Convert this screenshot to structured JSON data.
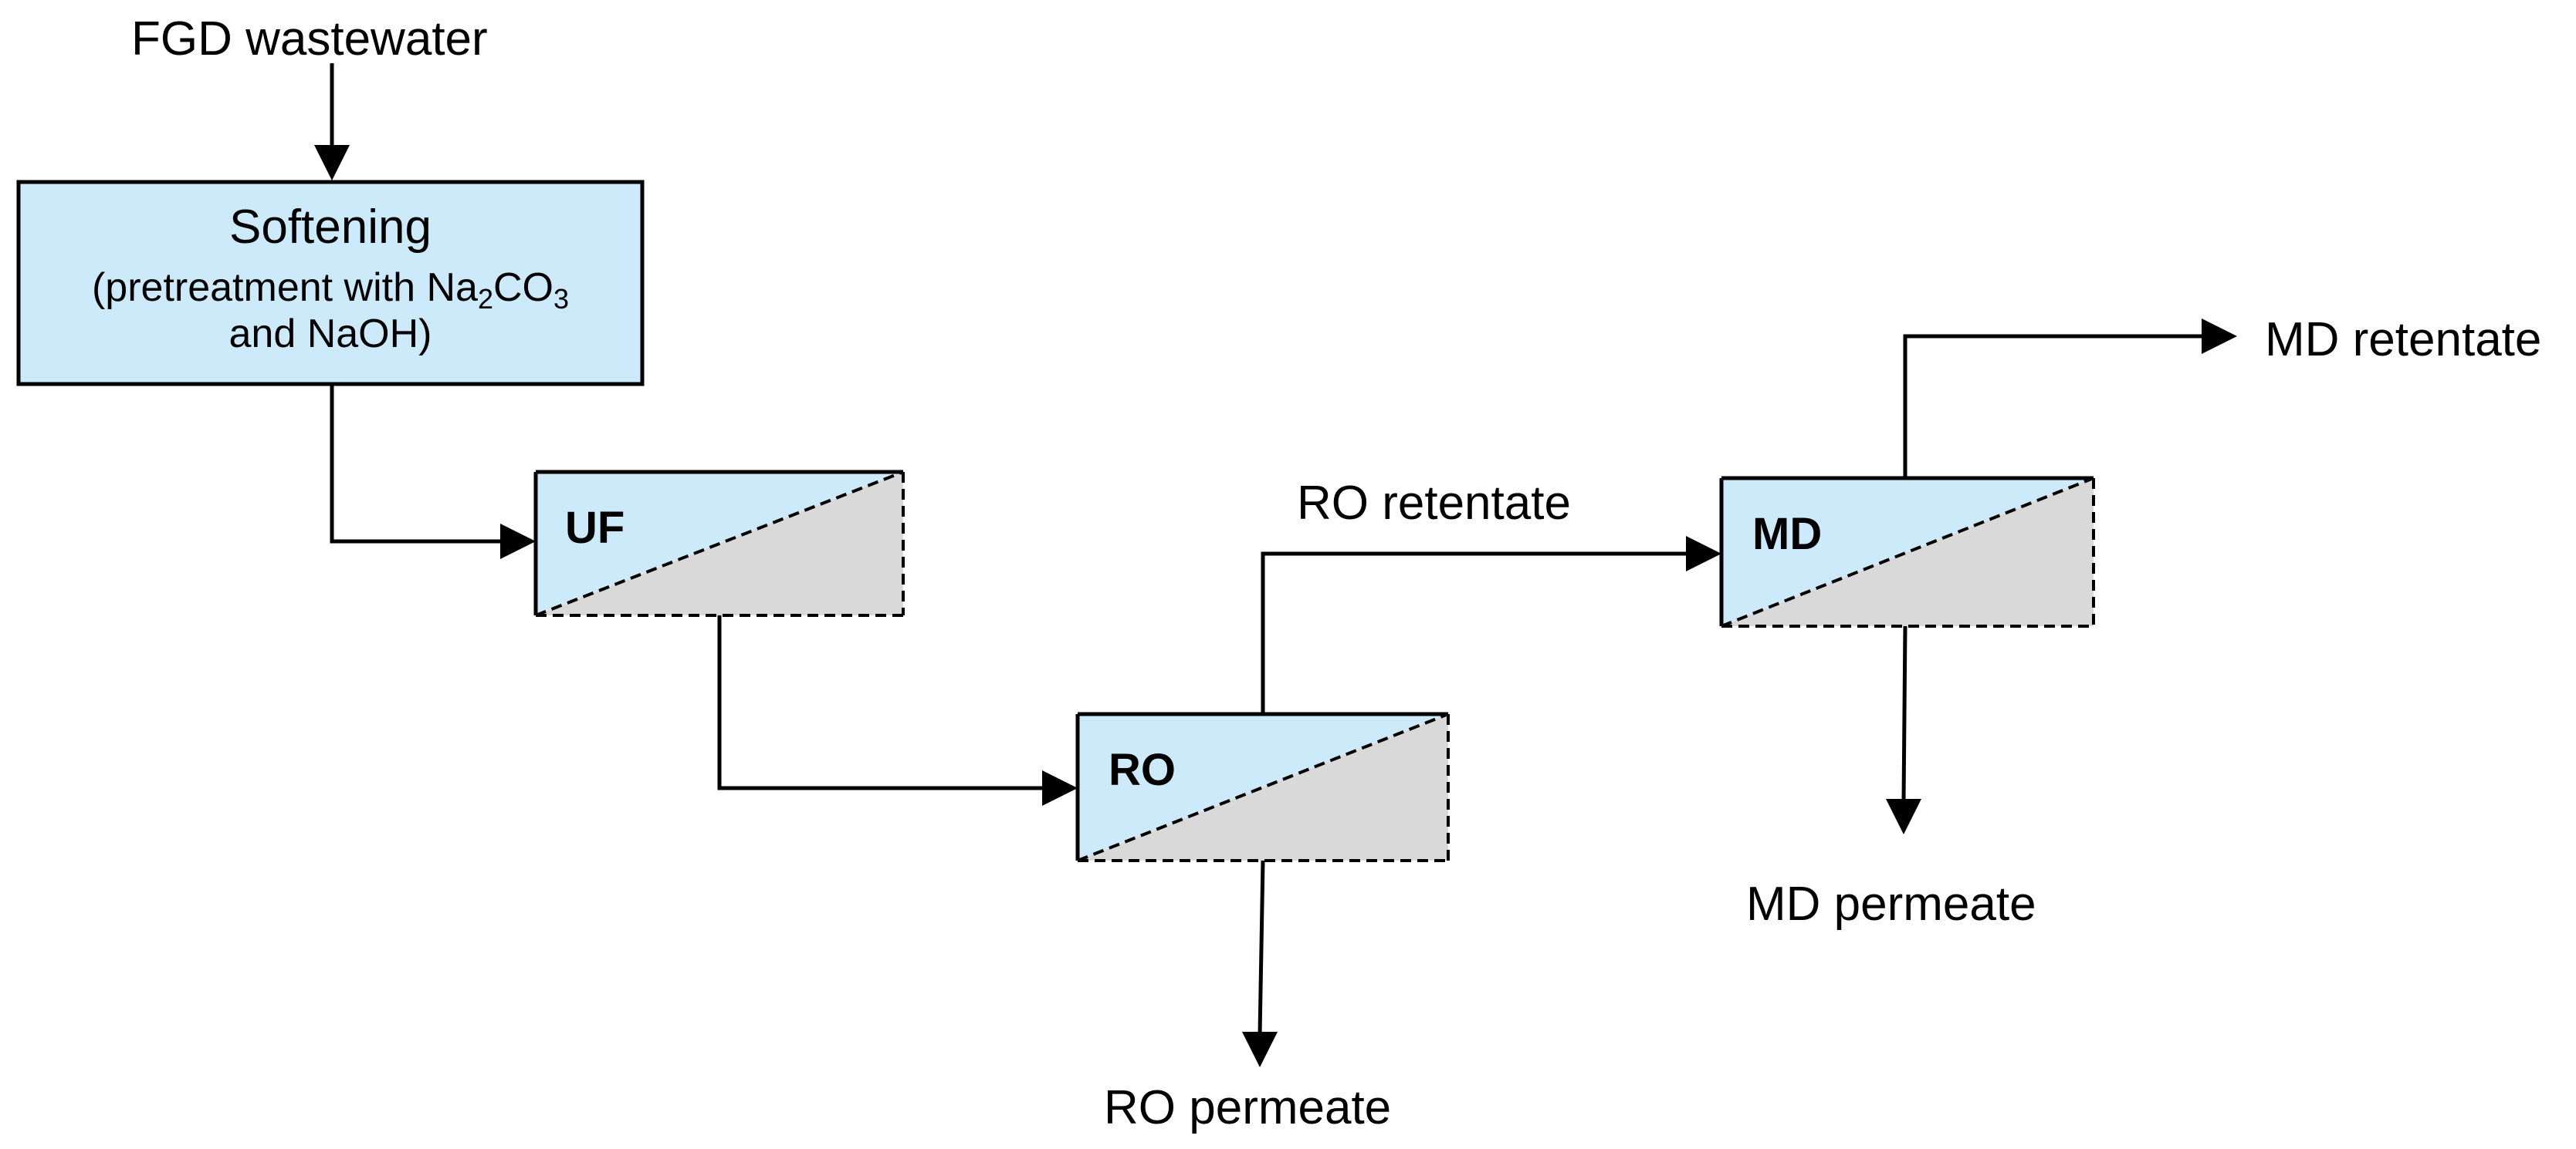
{
  "diagram": {
    "feed_label": "FGD wastewater",
    "softening": {
      "title": "Softening",
      "line1_prefix": "(pretreatment with Na",
      "sub1": "2",
      "line1_mid": "CO",
      "sub2": "3",
      "line2": "and NaOH)"
    },
    "units": {
      "uf": "UF",
      "ro": "RO",
      "md": "MD"
    },
    "streams": {
      "ro_retentate": "RO retentate",
      "ro_permeate": "RO permeate",
      "md_retentate": "MD retentate",
      "md_permeate": "MD permeate"
    },
    "colors": {
      "box_fill": "#cdeafb",
      "permeate_side_fill": "#d9d9d9",
      "line": "#000000"
    }
  }
}
